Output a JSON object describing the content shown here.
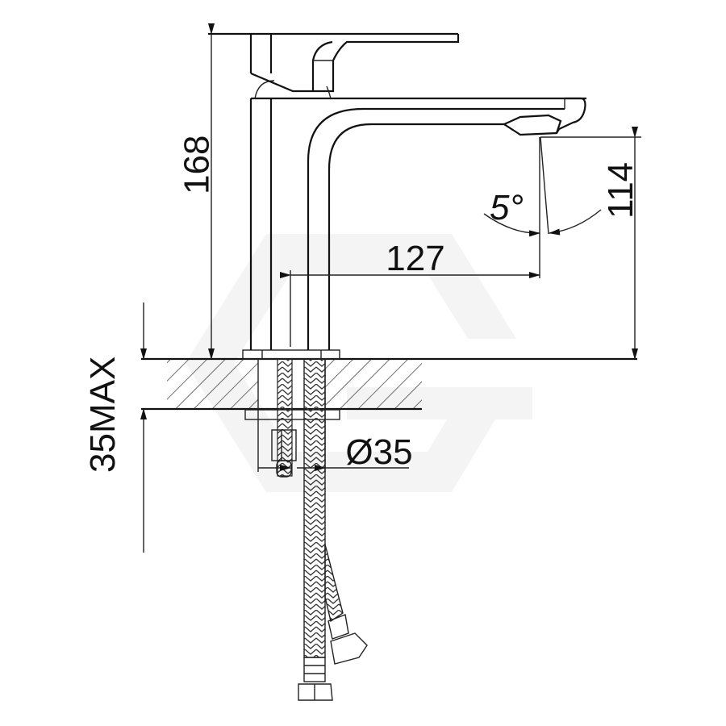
{
  "drawing": {
    "title": "Basin Mixer Tap Dimension Drawing",
    "units": "mm",
    "colors": {
      "line": "#111111",
      "background": "#ffffff",
      "watermark": "#f3f4f3"
    }
  },
  "dimensions": {
    "overall_height": {
      "label": "168",
      "value": 168
    },
    "spout_height": {
      "label": "114",
      "value": 114
    },
    "spout_reach": {
      "label": "127",
      "value": 127
    },
    "spout_angle": {
      "label": "5°",
      "value": 5
    },
    "hole_diameter": {
      "label": "Ø35",
      "value": 35
    },
    "max_bench_thickness": {
      "label": "35MAX",
      "value": 35
    }
  },
  "components": [
    {
      "name": "lever-handle"
    },
    {
      "name": "tap-body"
    },
    {
      "name": "spout"
    },
    {
      "name": "base-flange"
    },
    {
      "name": "benchtop-section"
    },
    {
      "name": "mounting-plate"
    },
    {
      "name": "threaded-stud"
    },
    {
      "name": "hex-nut"
    },
    {
      "name": "braided-hose-1"
    },
    {
      "name": "braided-hose-2"
    }
  ]
}
